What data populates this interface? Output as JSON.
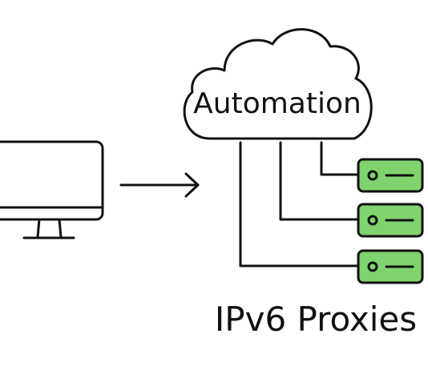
{
  "cloud_label": "Automation",
  "footer_label": "IPv6 Proxies",
  "server_count": 3,
  "colors": {
    "stroke": "#111111",
    "server_fill": "#7fd46d",
    "background": "#ffffff"
  },
  "icons": [
    "computer-monitor-icon",
    "arrow-right-icon",
    "cloud-icon",
    "server-icon"
  ]
}
